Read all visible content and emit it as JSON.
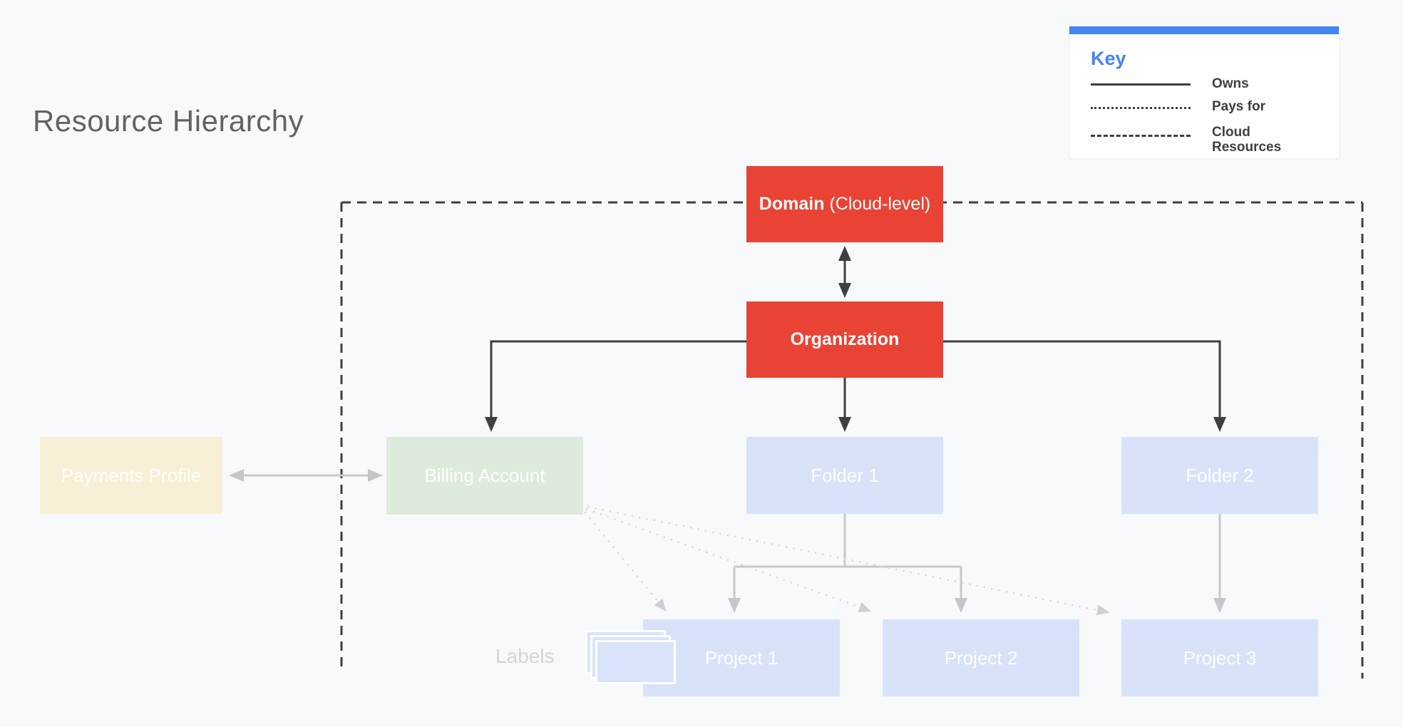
{
  "title": "Resource Hierarchy",
  "key": {
    "heading": "Key",
    "items": [
      {
        "style": "solid",
        "label": "Owns"
      },
      {
        "style": "dotted",
        "label": "Pays for"
      },
      {
        "style": "dashed",
        "label": "Cloud Resources"
      }
    ]
  },
  "nodes": {
    "domain": {
      "bold": "Domain",
      "rest": "(Cloud-level)"
    },
    "organization": "Organization",
    "payments_profile": "Payments Profile",
    "billing_account": "Billing Account",
    "folder1": "Folder 1",
    "folder2": "Folder 2",
    "project1": "Project 1",
    "project2": "Project 2",
    "project3": "Project 3",
    "labels_caption": "Labels"
  },
  "colors": {
    "background": "#F8F9FA",
    "accent_blue": "#4285F4",
    "node_red": "#E94335",
    "node_blue": "#D8E3FA",
    "node_green": "#DDEBDD",
    "node_cream": "#F8EFD6",
    "line_dark": "#3C4043",
    "line_gray": "#C6C8CB",
    "line_dotted": "#D8DADD",
    "title_gray": "#5F6368"
  }
}
